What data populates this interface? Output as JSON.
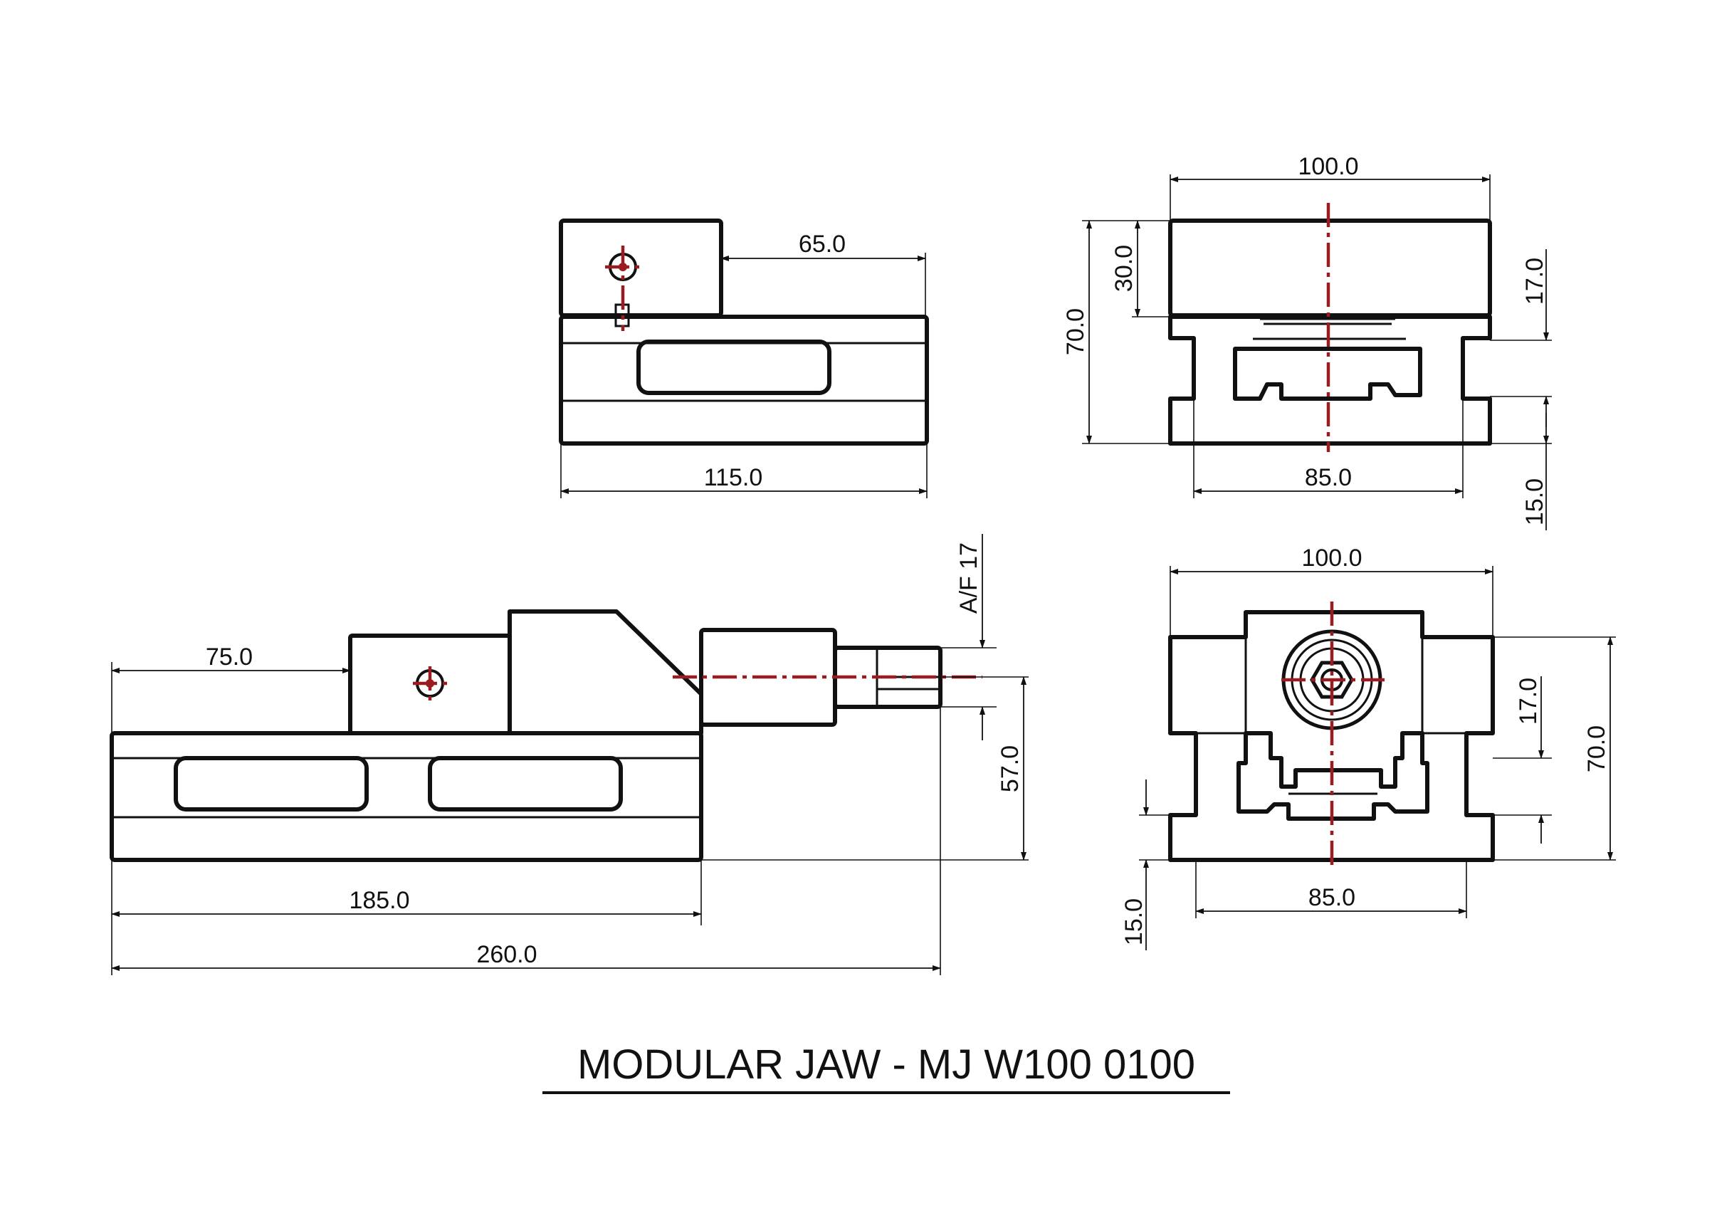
{
  "drawing": {
    "title": "MODULAR JAW -  MJ W100 0100",
    "colors": {
      "line": "#111111",
      "centerline": "#9b1c20",
      "background": "#ffffff"
    }
  },
  "views": {
    "side_top": {
      "dim_width": "65.0",
      "dim_length": "115.0"
    },
    "front_top": {
      "dim_width": "100.0",
      "dim_height": "70.0",
      "dim_jaw": "30.0",
      "dim_slot": "17.0",
      "dim_base": "85.0",
      "dim_foot": "15.0"
    },
    "side_bottom": {
      "dim_jaw": "75.0",
      "dim_hex": "A/F 17",
      "dim_height": "57.0",
      "dim_body": "185.0",
      "dim_total": "260.0"
    },
    "front_bottom": {
      "dim_width": "100.0",
      "dim_slot": "17.0",
      "dim_height": "70.0",
      "dim_base": "85.0",
      "dim_foot": "15.0"
    }
  }
}
